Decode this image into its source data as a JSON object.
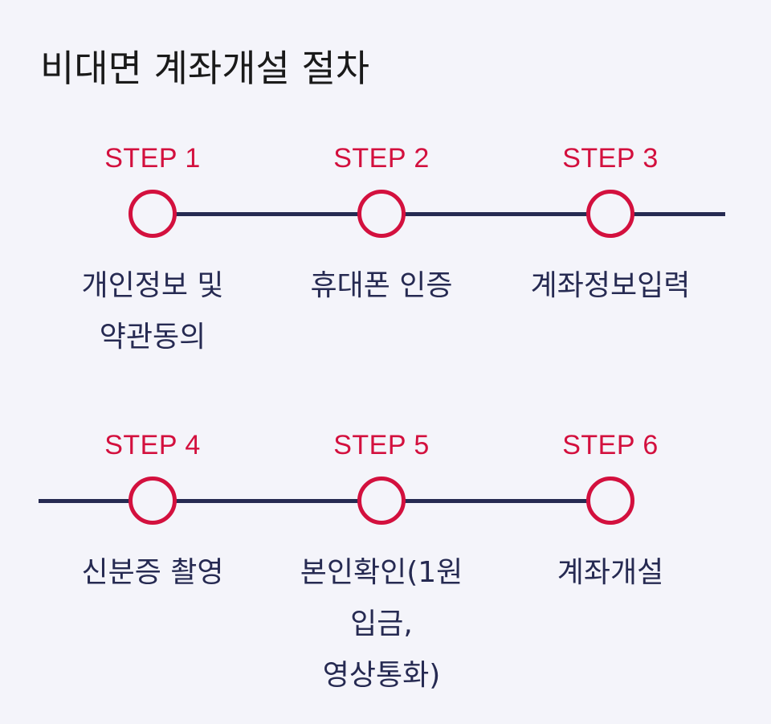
{
  "page": {
    "title": "비대면 계좌개설 절차"
  },
  "colors": {
    "accent": "#d3103e",
    "line": "#262a52",
    "text": "#262a52",
    "background": "#f4f4fa"
  },
  "steps": [
    {
      "label": "STEP 1",
      "description": "개인정보 및\n약관동의"
    },
    {
      "label": "STEP 2",
      "description": "휴대폰 인증"
    },
    {
      "label": "STEP 3",
      "description": "계좌정보입력"
    },
    {
      "label": "STEP 4",
      "description": "신분증 촬영"
    },
    {
      "label": "STEP 5",
      "description": "본인확인(1원\n입금,\n영상통화)"
    },
    {
      "label": "STEP 6",
      "description": "계좌개설"
    }
  ]
}
